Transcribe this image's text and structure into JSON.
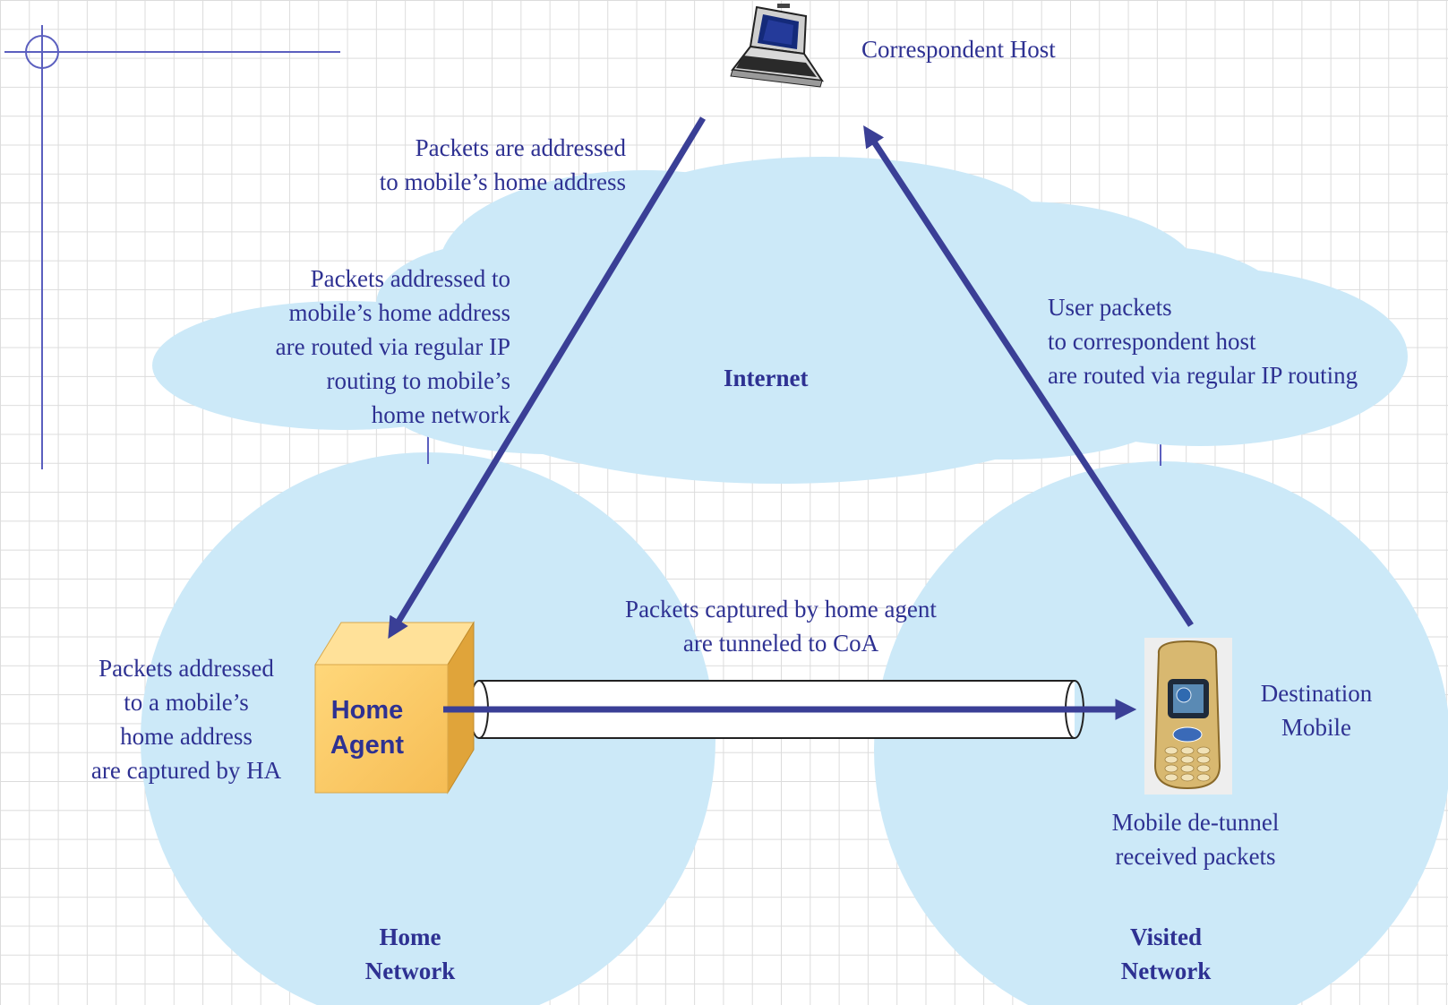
{
  "nodes": {
    "correspondent_host": "Correspondent Host",
    "internet": "Internet",
    "home_agent": [
      "Home",
      "Agent"
    ],
    "destination_mobile": [
      "Destination",
      "Mobile"
    ],
    "home_network": [
      "Home",
      "Network"
    ],
    "visited_network": [
      "Visited",
      "Network"
    ]
  },
  "annotations": {
    "packets_addressed_home": [
      "Packets are addressed",
      "to mobile’s home address"
    ],
    "routed_to_home_network": [
      "Packets addressed to",
      "mobile’s home address",
      "are routed via regular IP",
      "routing to mobile’s",
      "home network"
    ],
    "user_packets": [
      "User packets",
      "to correspondent host",
      "are routed via regular IP routing"
    ],
    "tunneled_to_coa": [
      "Packets captured by home agent",
      "are tunneled to CoA"
    ],
    "captured_by_ha": [
      "Packets addressed",
      "to a mobile’s",
      "home address",
      "are captured by HA"
    ],
    "de_tunnel": [
      "Mobile de-tunnel",
      "received packets"
    ]
  },
  "colors": {
    "cloud": "#cce9f8",
    "arrow": "#3a3f96",
    "text": "#2e3192",
    "cube_front": "#fbc962",
    "accent_line": "#5b5fbf"
  }
}
